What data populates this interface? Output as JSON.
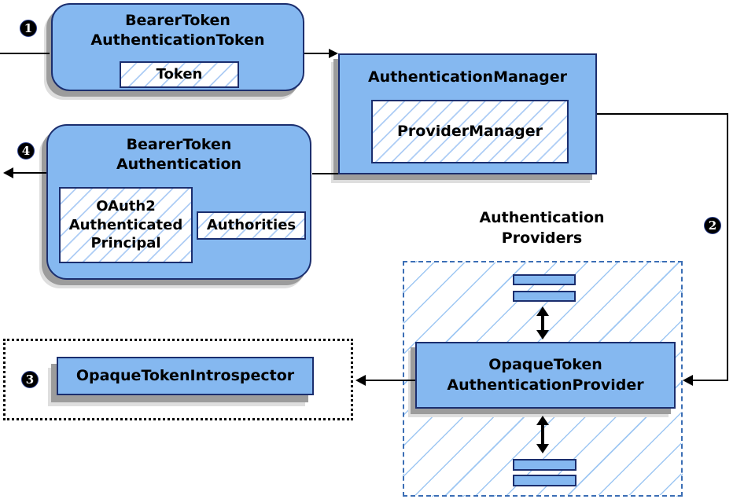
{
  "diagram": {
    "markers": {
      "m1": "1",
      "m2": "2",
      "m3": "3",
      "m4": "4"
    },
    "nodes": {
      "bearer_token_authentication_token": {
        "title": "BearerToken\nAuthenticationToken",
        "member": "Token"
      },
      "authentication_manager": {
        "title": "AuthenticationManager",
        "member": "ProviderManager"
      },
      "bearer_token_authentication": {
        "title": "BearerToken\nAuthentication",
        "principal": "OAuth2\nAuthenticated\nPrincipal",
        "authorities": "Authorities"
      },
      "providers_group": {
        "title": "Authentication\nProviders"
      },
      "opaque_token_authentication_provider": {
        "title": "OpaqueToken\nAuthenticationProvider"
      },
      "opaque_token_introspector": {
        "title": "OpaqueTokenIntrospector"
      }
    },
    "colors": {
      "node_fill": "#85b8f0",
      "node_border": "#1b2e6e",
      "hatch_line": "#9ec7f3",
      "group_dash_border": "#3b6eb5",
      "dotted_border": "#000000",
      "shadow_dark": "#9c9c9c",
      "shadow_light": "#dedede",
      "connector": "#000000",
      "marker_bg": "#000000",
      "marker_text": "#ffffff"
    }
  }
}
